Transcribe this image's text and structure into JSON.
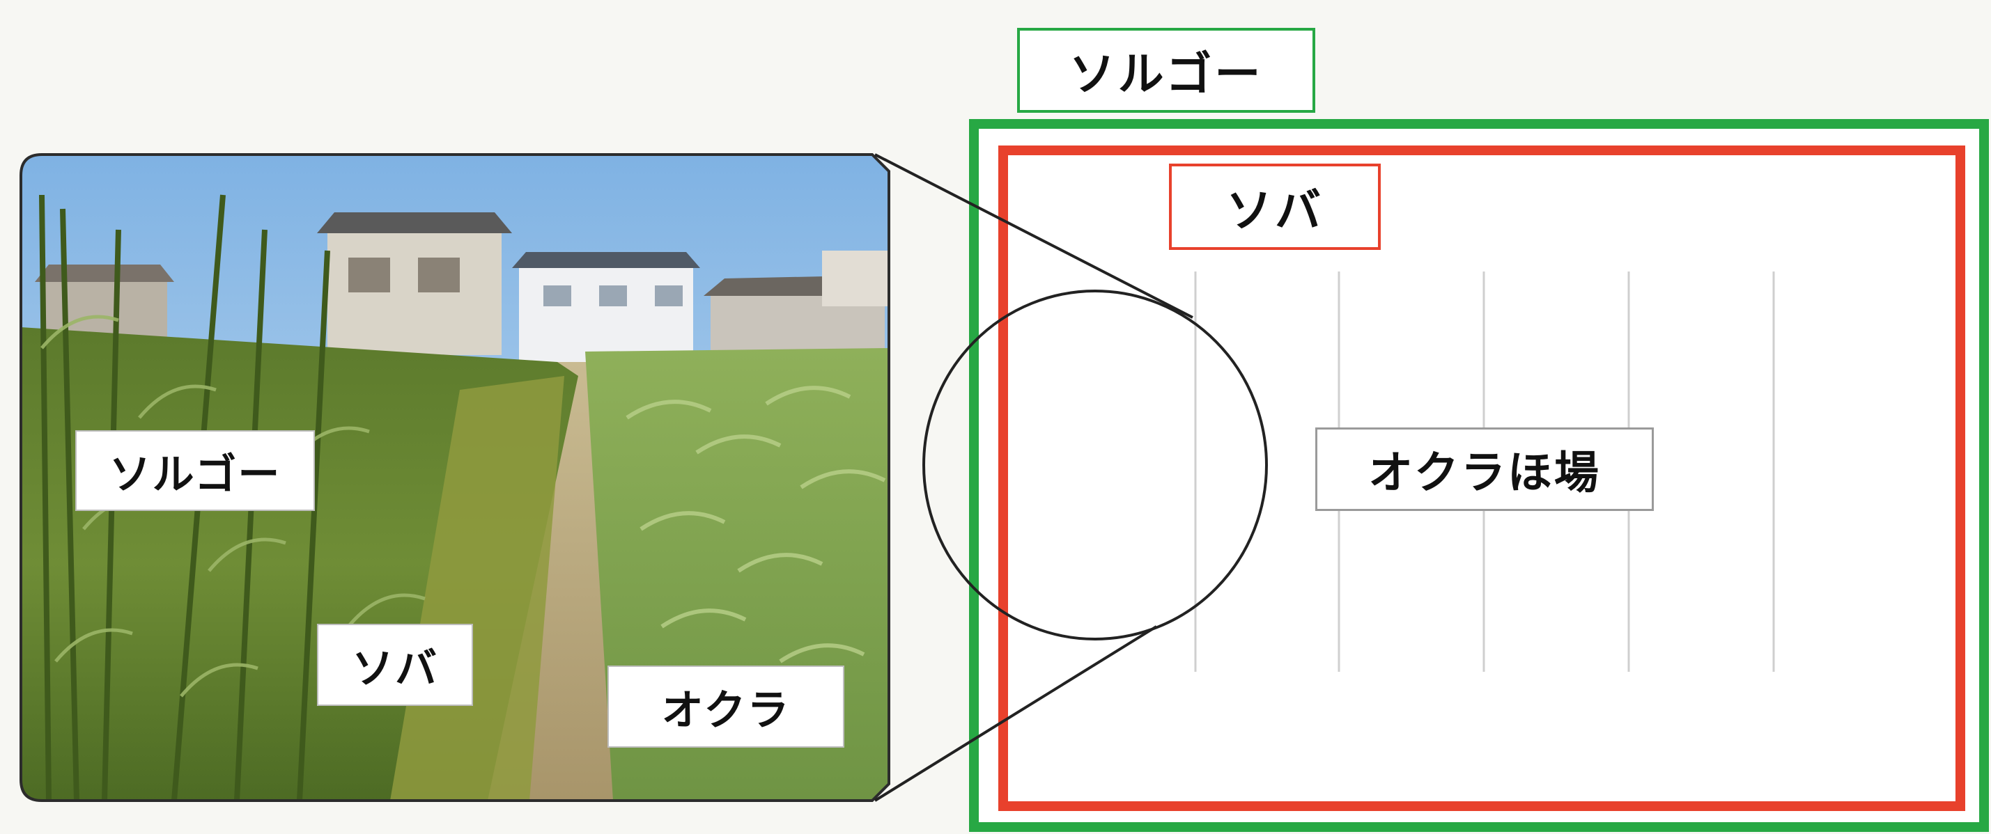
{
  "photo_labels": {
    "sorgo": "ソルゴー",
    "soba": "ソバ",
    "okra": "オクラ"
  },
  "diagram_labels": {
    "sorgo": "ソルゴー",
    "soba": "ソバ",
    "field": "オクラほ場"
  },
  "colors": {
    "sorgo_border": "#27a844",
    "soba_border": "#e8412c",
    "sky": "#9cc6ea",
    "crop_green": "#6f8f3a",
    "path": "#b7a57a"
  }
}
